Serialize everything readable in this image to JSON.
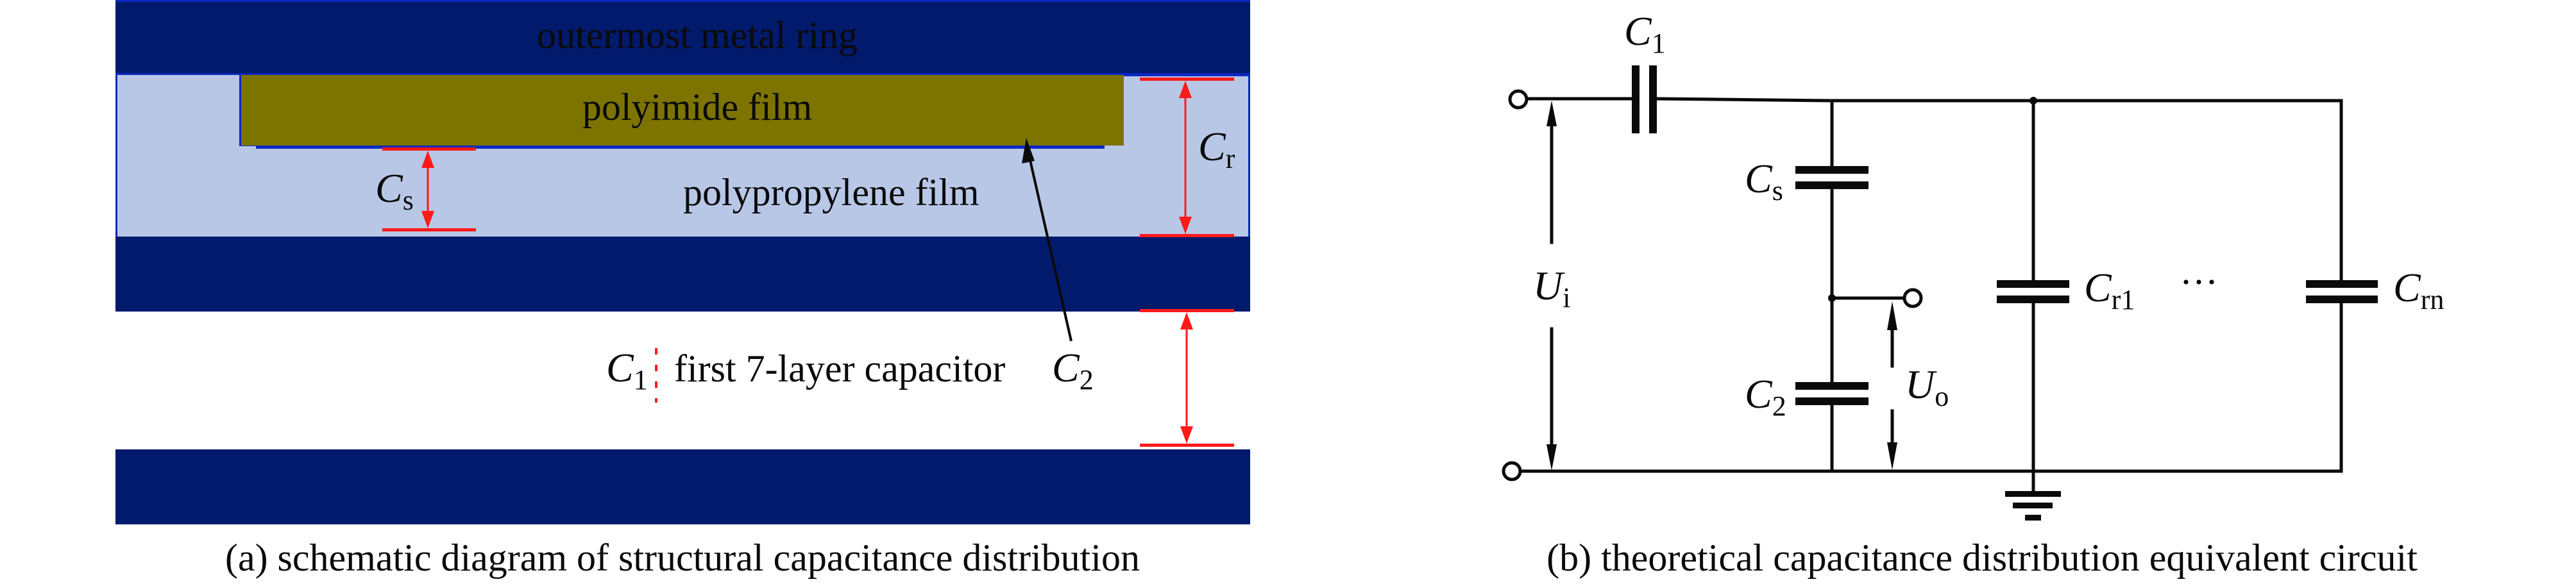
{
  "panel_a": {
    "caption": "(a) schematic diagram of structural capacitance distribution",
    "labels": {
      "metal_ring": "outermost metal ring",
      "polyimide": "polyimide film",
      "polypropylene": "polypropylene film",
      "first_capacitor": "first 7-layer capacitor"
    },
    "symbols": {
      "cs": {
        "main": "C",
        "sub": "s"
      },
      "cr": {
        "main": "C",
        "sub": "r"
      },
      "c1": {
        "main": "C",
        "sub": "1"
      },
      "c2": {
        "main": "C",
        "sub": "2"
      }
    },
    "colors": {
      "metal": "#021a6c",
      "polyimide": "#7d7400",
      "polypropylene": "#b9c7e7",
      "electrode_edge": "#0a28c0",
      "dimension": "#ff1a1a"
    }
  },
  "panel_b": {
    "caption": "(b) theoretical capacitance distribution equivalent circuit",
    "symbols": {
      "c1": {
        "main": "C",
        "sub": "1"
      },
      "cs": {
        "main": "C",
        "sub": "s"
      },
      "c2": {
        "main": "C",
        "sub": "2"
      },
      "cr1": {
        "main": "C",
        "sub": "r1"
      },
      "crn": {
        "main": "C",
        "sub": "rn"
      },
      "ui": {
        "main": "U",
        "sub": "i"
      },
      "uo": {
        "main": "U",
        "sub": "o"
      }
    },
    "ellipsis": "···"
  }
}
